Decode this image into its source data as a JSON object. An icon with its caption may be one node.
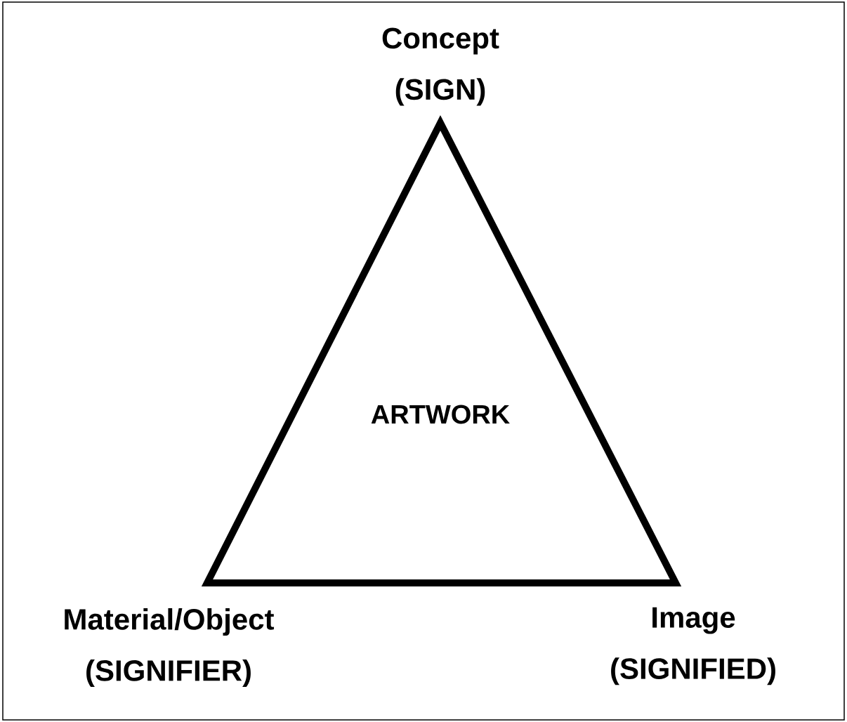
{
  "diagram": {
    "nodes": [
      {
        "text": [
          "ARTWORK"
        ]
      }
    ],
    "labels": [
      "Concept (SIGN)",
      "Material/Object (SIGNIFIER)",
      "Image (SIGNIFIED)"
    ]
  }
}
